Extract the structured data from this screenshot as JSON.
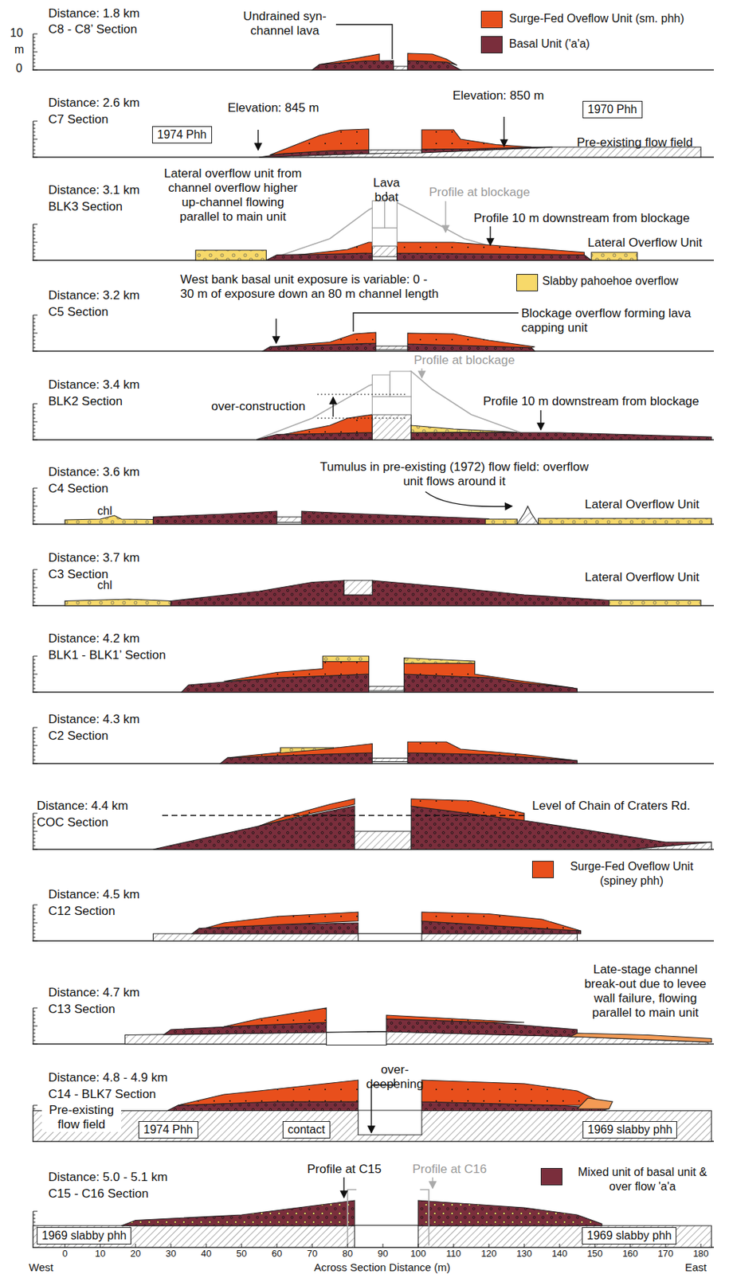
{
  "diagram": {
    "nodes": [
      {
        "text": [
          "1974 Phh"
        ]
      },
      {
        "text": [
          "1970 Phh"
        ]
      },
      {
        "text": [
          "1974 Phh"
        ]
      },
      {
        "text": [
          "contact"
        ]
      },
      {
        "text": [
          "1969 slabby phh"
        ]
      },
      {
        "text": [
          "1969 slabby phh"
        ]
      },
      {
        "text": [
          "1969 slabby phh"
        ]
      }
    ],
    "labels": [
      "Distance: 1.8 km",
      "C8 - C8’ Section",
      "10",
      "m",
      "0",
      "Undrained syn-channel lava",
      "Distance: 2.6 km",
      "C7 Section",
      "Elevation: 845 m",
      "Elevation: 850 m",
      "Pre-existing flow field",
      "Distance: 3.1 km",
      "BLK3 Section",
      "Lateral overflow unit from channel overflow higher up-channel flowing parallel to main unit",
      "Lava boat",
      "Profile at blockage",
      "Profile 10 m downstream from blockage",
      "Lateral Overflow Unit",
      "Distance: 3.2 km",
      "C5 Section",
      "West bank basal unit exposure is variable: 0 - 30 m of exposure down an 80 m channel length",
      "Blockage overflow forming lava capping unit",
      "Distance: 3.4 km",
      "BLK2 Section",
      "over-construction",
      "Profile at blockage",
      "Profile 10 m downstream from blockage",
      "Distance: 3.6 km",
      "C4 Section",
      "chl",
      "Tumulus in pre-existing (1972) flow field: overflow unit flows around it",
      "Lateral Overflow Unit",
      "Distance: 3.7 km",
      "C3 Section",
      "chl",
      "Lateral Overflow Unit",
      "Distance: 4.2 km",
      "BLK1 - BLK1’ Section",
      "Distance: 4.3 km",
      "C2 Section",
      "Distance: 4.4 km",
      "COC Section",
      "Level of Chain of Craters Rd.",
      "Distance: 4.5 km",
      "C12 Section",
      "Distance: 4.7 km",
      "C13 Section",
      "Late-stage channel break-out due to levee wall failure, flowing parallel to main unit",
      "Distance: 4.8 - 4.9 km",
      "C14 - BLK7 Section",
      "over-deepening",
      "Pre-existing flow field",
      "Distance: 5.0 - 5.1 km",
      "C15 - C16 Section",
      "Profile at C15",
      "Profile at C16",
      "0",
      "10",
      "20",
      "30",
      "40",
      "50",
      "60",
      "70",
      "80",
      "90",
      "100",
      "110",
      "120",
      "130",
      "140",
      "150",
      "160",
      "170",
      "180",
      "West",
      "Across Section Distance (m)",
      "East"
    ],
    "legend": [
      {
        "text": "Surge-Fed Oveflow Unit (sm. phh)",
        "color": "#e84f1c"
      },
      {
        "text": "Basal Unit ('a'a)",
        "color": "#7a2e3c"
      },
      {
        "text": "Slabby pahoehoe overflow",
        "color": "#f7d96a"
      },
      {
        "text": "Surge-Fed Oveflow Unit (spiney phh)",
        "color": "#e84f1c"
      },
      {
        "text": "Mixed unit of basal unit & over flow 'a'a",
        "color": "#7a2e3c"
      }
    ]
  }
}
